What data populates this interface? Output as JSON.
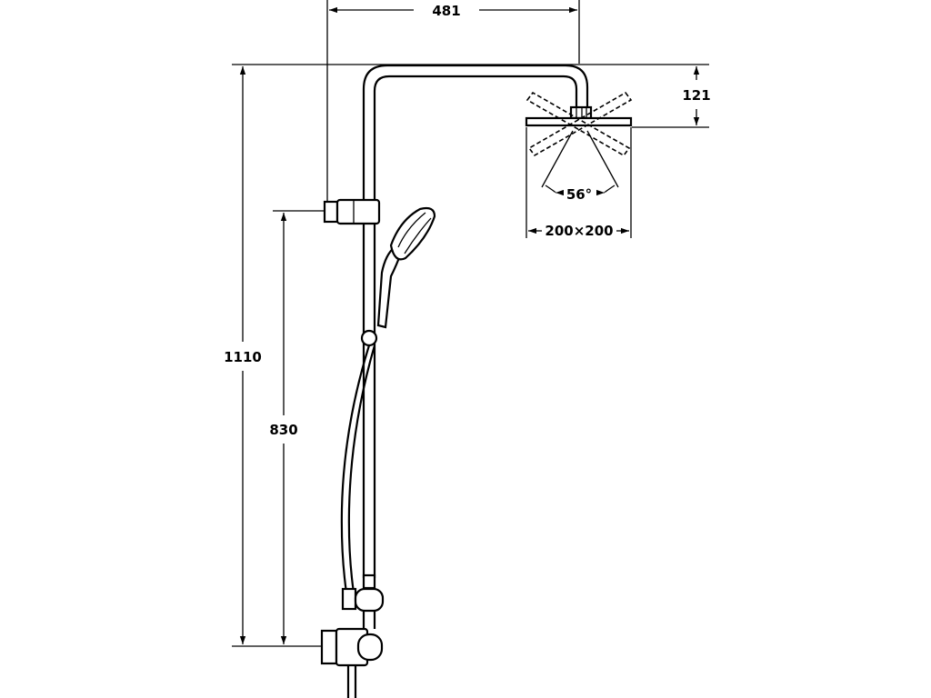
{
  "dimensions": {
    "arm_reach": "481",
    "head_drop": "121",
    "spray_angle": "56°",
    "head_size": "200×200",
    "total_height": "1110",
    "holder_height": "830"
  },
  "colors": {
    "line": "#000000",
    "background": "#ffffff"
  }
}
